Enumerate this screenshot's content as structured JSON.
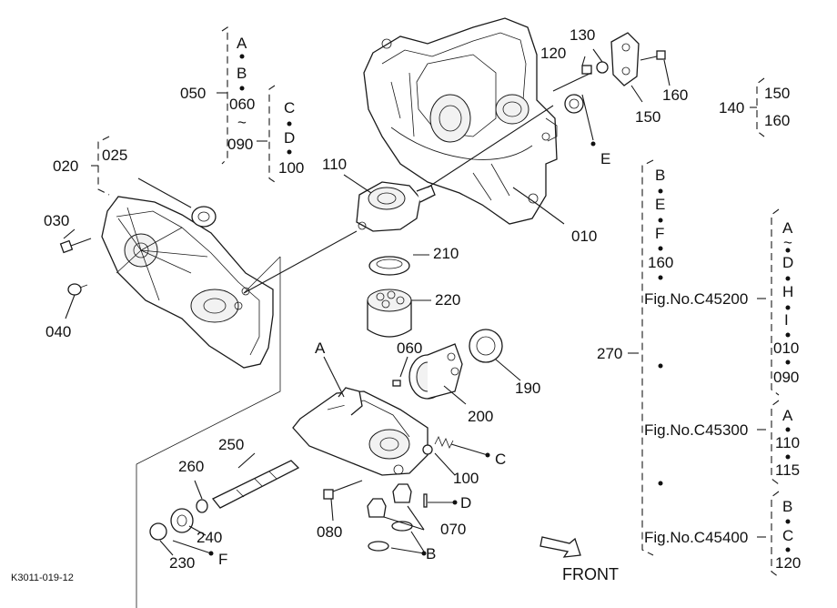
{
  "diagram_code": "K3011-019-12",
  "front_label": "FRONT",
  "labels": {
    "p010": "010",
    "p020": "020",
    "p025": "025",
    "p030": "030",
    "p040": "040",
    "p050": "050",
    "p060a": "060",
    "p060b": "060",
    "p090": "090",
    "p100a": "100",
    "p100b": "100",
    "p110": "110",
    "p120": "120",
    "p130": "130",
    "p140": "140",
    "p150a": "150",
    "p150b": "150",
    "p160a": "160",
    "p160b": "160",
    "p190": "190",
    "p200": "200",
    "p210": "210",
    "p220": "220",
    "p230": "230",
    "p240": "240",
    "p250": "250",
    "p260": "260",
    "p270": "270",
    "p070": "070",
    "p080": "080",
    "gA1": "A",
    "gB1": "B",
    "gC1": "C",
    "gD1": "D",
    "gE1": "E",
    "gF1": "F",
    "gA2": "A",
    "gB2": "B",
    "gC2": "C",
    "gD2": "D",
    "gE2": "E",
    "gF2": "F",
    "tilde": "~",
    "r270_B": "B",
    "r270_E": "E",
    "r270_F": "F",
    "r270_160": "160",
    "fig1": "Fig.No.C45200",
    "fig2": "Fig.No.C45300",
    "fig3": "Fig.No.C45400",
    "f1_A": "A",
    "f1_D": "D",
    "f1_H": "H",
    "f1_I": "I",
    "f1_010": "010",
    "f1_090": "090",
    "f2_A": "A",
    "f2_110": "110",
    "f2_115": "115",
    "f3_B": "B",
    "f3_C": "C",
    "f3_120": "120"
  }
}
